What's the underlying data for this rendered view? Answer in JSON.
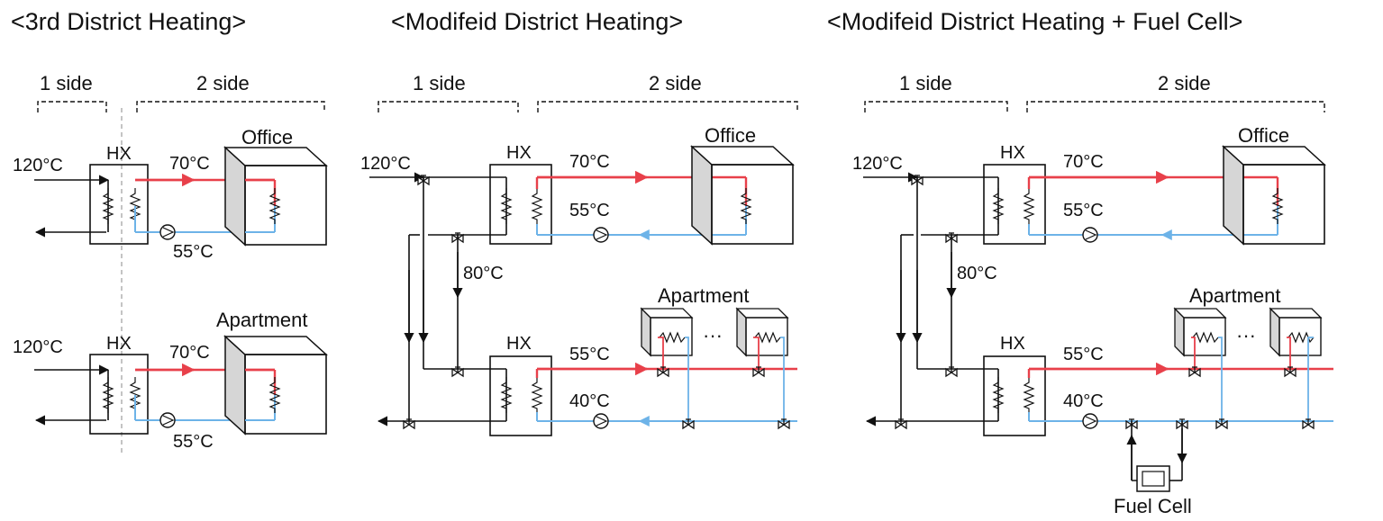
{
  "titles": {
    "left": "<3rd District Heating>",
    "middle": "<Modifeid District Heating>",
    "right": "<Modifeid District Heating + Fuel Cell>"
  },
  "labels": {
    "side1": "1 side",
    "side2": "2 side",
    "hx": "HX",
    "office": "Office",
    "apartment": "Apartment",
    "t120": "120°C",
    "t80": "80°C",
    "t70": "70°C",
    "t55": "55°C",
    "t40": "40°C",
    "dots": "···",
    "fuel_cell": "Fuel Cell"
  },
  "colors": {
    "supply": "#e8404a",
    "return": "#6db3e8",
    "line": "#111111"
  }
}
